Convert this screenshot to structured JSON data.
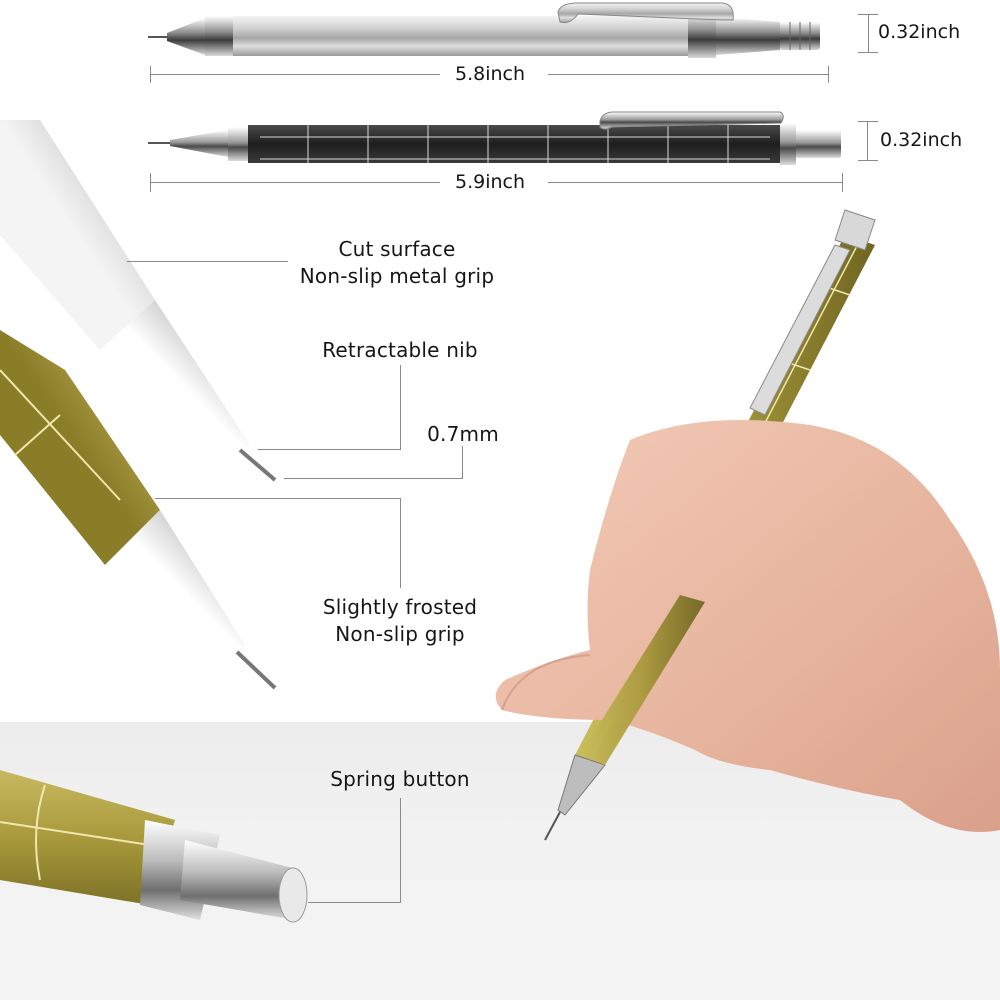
{
  "product": {
    "type": "mechanical pencil infographic",
    "colors": {
      "background": "#ffffff",
      "surface": "#efefef",
      "silver": "#c9c9c9",
      "black_body": "#2a2a2a",
      "gold_body": "#a89a3c",
      "skin": "#e8b9a3",
      "leader_line": "#8a8a8a",
      "text": "#161616"
    }
  },
  "dimensions": {
    "silver_pencil": {
      "length": "5.8inch",
      "diameter": "0.32inch"
    },
    "black_pencil": {
      "length": "5.9inch",
      "diameter": "0.32inch"
    }
  },
  "callouts": {
    "cut_surface": {
      "line1": "Cut surface",
      "line2": "Non-slip metal grip"
    },
    "retractable_nib": {
      "text": "Retractable nib"
    },
    "lead_size": {
      "text": "0.7mm"
    },
    "frosted_grip": {
      "line1": "Slightly frosted",
      "line2": "Non-slip grip"
    },
    "spring_button": {
      "text": "Spring button"
    }
  }
}
